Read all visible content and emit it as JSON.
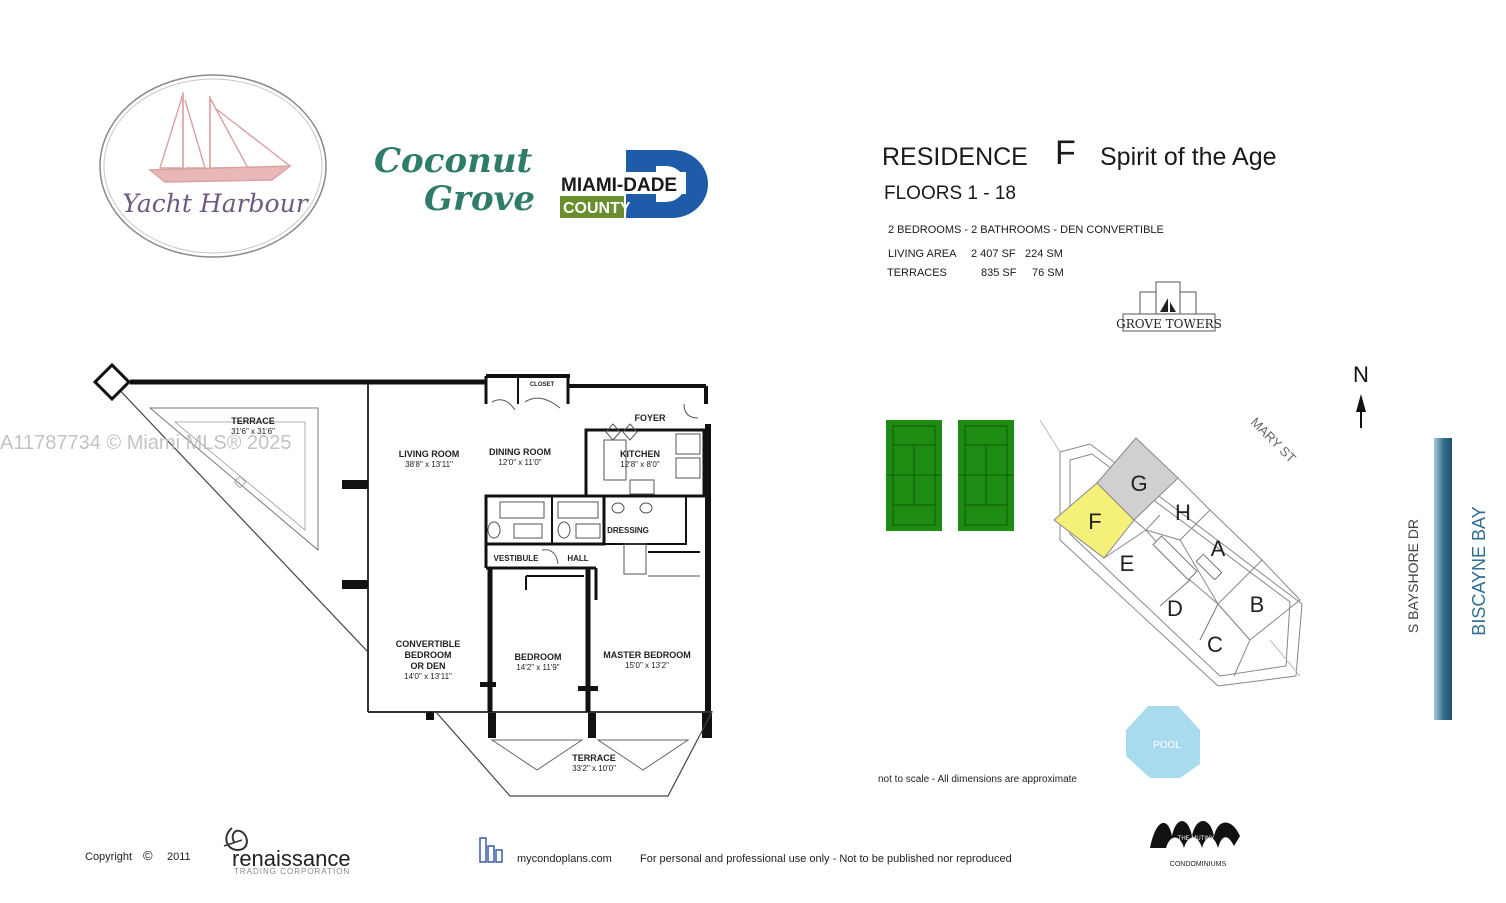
{
  "logos": {
    "yacht_harbour": "Yacht Harbour",
    "coconut_grove_line1": "Coconut",
    "coconut_grove_line2": "Grove",
    "miami_dade_line1": "MIAMI-DADE",
    "miami_dade_line2": "COUNTY",
    "grove_towers": "GROVE TOWERS",
    "renaissance": "renaissance",
    "renaissance_sub": "TRADING CORPORATION",
    "mutiny_sub": "CONDOMINIUMS",
    "mutiny_top": "THE MUTINY"
  },
  "header": {
    "residence_label": "RESIDENCE",
    "residence_letter": "F",
    "residence_name": "Spirit of the Age",
    "floors": "FLOORS 1 - 18",
    "bed_bath": "2 BEDROOMS - 2 BATHROOMS  - DEN CONVERTIBLE",
    "living_label": "LIVING AREA",
    "living_sf": "2 407 SF",
    "living_sm": "224 SM",
    "terraces_label": "TERRACES",
    "terraces_sf": "835 SF",
    "terraces_sm": "76 SM"
  },
  "watermark": "A11787734 © Miami MLS® 2025",
  "rooms": {
    "terrace_left": "TERRACE",
    "terrace_left_dim": "31'6\" x 31'6\"",
    "living_room": "LIVING ROOM",
    "living_room_dim": "38'8\" x 13'11\"",
    "dining_room": "DINING ROOM",
    "dining_room_dim": "12'0\" x 11'0\"",
    "closet": "CLOSET",
    "foyer": "FOYER",
    "kitchen": "KITCHEN",
    "kitchen_dim": "12'8\" x 8'0\"",
    "dressing": "DRESSING",
    "vestibule": "VESTIBULE",
    "hall": "HALL",
    "convertible_1": "CONVERTIBLE",
    "convertible_2": "BEDROOM",
    "convertible_3": "OR DEN",
    "convertible_dim": "14'0\" x 13'11\"",
    "bedroom": "BEDROOM",
    "bedroom_dim": "14'2\" x 11'9\"",
    "master": "MASTER BEDROOM",
    "master_dim": "15'0\" x 13'2\"",
    "terrace_bottom": "TERRACE",
    "terrace_bottom_dim": "33'2\" x 10'0\""
  },
  "site": {
    "north": "N",
    "mary_st": "MARY ST",
    "bayshore": "S BAYSHORE DR",
    "bay": "BISCAYNE BAY",
    "pool": "POOL",
    "units": [
      "G",
      "F",
      "H",
      "A",
      "E",
      "D",
      "B",
      "C"
    ],
    "highlight_color": "#f5f07a",
    "g_color": "#d0d0d0",
    "court_color": "#1e8c12",
    "pool_color": "#a9dbef",
    "bay_color": "#2f6f8f",
    "note": "not to scale - All dimensions are approximate"
  },
  "footer": {
    "copyright": "Copyright",
    "copyright_symbol": "©",
    "year": "2011",
    "site": "mycondoplans.com",
    "notice": "For personal and professional use only - Not to be published nor reproduced"
  }
}
